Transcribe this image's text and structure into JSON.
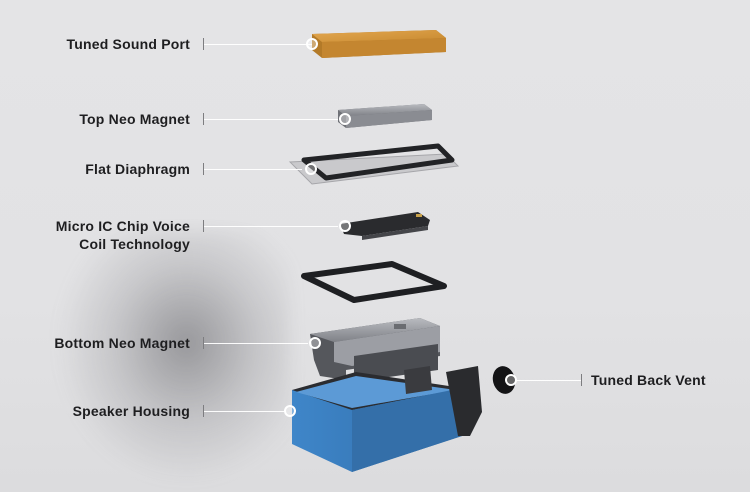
{
  "diagram": {
    "labels": {
      "tuned_sound_port": "Tuned Sound Port",
      "top_neo_magnet": "Top Neo Magnet",
      "flat_diaphragm": "Flat Diaphragm",
      "micro_ic_chip_line1": "Micro IC Chip Voice",
      "micro_ic_chip_line2": "Coil Technology",
      "bottom_neo_magnet": "Bottom Neo Magnet",
      "speaker_housing": "Speaker Housing",
      "tuned_back_vent": "Tuned Back Vent"
    },
    "colors": {
      "sound_port": "#d99a3d",
      "magnet": "#9a9ca2",
      "diaphragm_ring": "#222326",
      "chip": "#2a2b2e",
      "housing": "#3f86c9",
      "vent": "#141416"
    }
  }
}
